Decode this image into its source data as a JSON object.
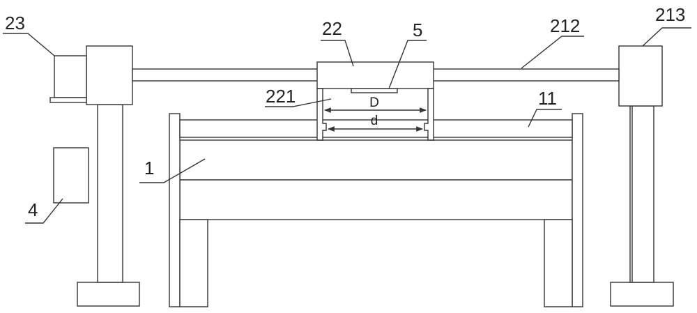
{
  "labels": {
    "l1": "1",
    "l4": "4",
    "l5": "5",
    "l11": "11",
    "l22": "22",
    "l23": "23",
    "l212": "212",
    "l213": "213",
    "l221": "221"
  },
  "dimensions": {
    "upper": "D",
    "lower": "d"
  }
}
